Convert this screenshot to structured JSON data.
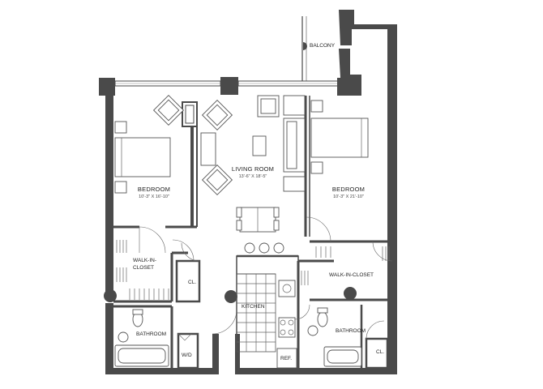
{
  "rooms": {
    "balcony": "BALCONY",
    "living_room": "LIVING ROOM",
    "living_room_dim": "13'-6\" X 18'-5\"",
    "bedroom_left": "BEDROOM",
    "bedroom_left_dim": "10'-3\" X 16'-10\"",
    "bedroom_right": "BEDROOM",
    "bedroom_right_dim": "10'-3\" X 21'-10\"",
    "walkin_left": "WALK-IN-",
    "walkin_left_2": "CLOSET",
    "walkin_right": "WALK-IN-CLOSET",
    "closet_left": "CL.",
    "closet_right": "CL.",
    "kitchen": "KITCHEN",
    "bathroom_left": "BATHROOM",
    "bathroom_right": "BATHROOM",
    "wd": "W/D",
    "ref": "REF."
  },
  "colors": {
    "wall": "#4a4a4a",
    "background": "#ffffff"
  }
}
